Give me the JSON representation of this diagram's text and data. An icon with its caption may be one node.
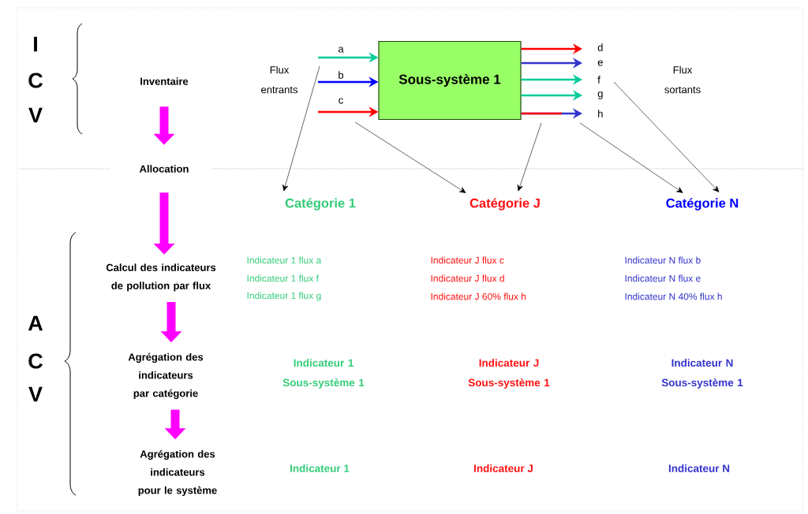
{
  "diagram": {
    "nodes": [
      {
        "text": [
          "Inventaire"
        ]
      },
      {
        "text": [
          "Sous-système 1"
        ]
      },
      {
        "text": [
          "Allocation"
        ]
      },
      {
        "text": [
          "Catégorie 1"
        ]
      },
      {
        "text": [
          "Catégorie J"
        ]
      },
      {
        "text": [
          "Catégorie N"
        ]
      },
      {
        "text": [
          "Calcul des indicateurs de pollution par flux"
        ]
      },
      {
        "text": [
          "Agrégation des indicateurs par catégorie"
        ]
      },
      {
        "text": [
          "Agrégation des indicateurs pour le système"
        ]
      }
    ],
    "edges": [
      {
        "from": null,
        "to": 1,
        "arrow": "to",
        "label": "a",
        "color": "#00cc99"
      },
      {
        "from": null,
        "to": 1,
        "arrow": "to",
        "label": "b",
        "color": "#0000ff"
      },
      {
        "from": null,
        "to": 1,
        "arrow": "to",
        "label": "c",
        "color": "#ff0000"
      },
      {
        "from": 1,
        "to": null,
        "arrow": "to",
        "label": "d",
        "color": "#ff0000"
      },
      {
        "from": 1,
        "to": null,
        "arrow": "to",
        "label": "e",
        "color": "#3333cc"
      },
      {
        "from": 1,
        "to": null,
        "arrow": "to",
        "label": "f",
        "color": "#00cc99"
      },
      {
        "from": 1,
        "to": null,
        "arrow": "to",
        "label": "g",
        "color": "#00cc99"
      },
      {
        "from": 1,
        "to": null,
        "arrow": "to",
        "label": "h",
        "color": "#3333cc"
      },
      {
        "from": null,
        "to": 3,
        "arrow": "to"
      },
      {
        "from": null,
        "to": 4,
        "arrow": "to"
      },
      {
        "from": null,
        "to": 4,
        "arrow": "to"
      },
      {
        "from": null,
        "to": 5,
        "arrow": "to"
      },
      {
        "from": null,
        "to": 5,
        "arrow": "to"
      },
      {
        "from": 0,
        "to": 2,
        "arrow": "to",
        "style": "thick",
        "color": "#ff00ff"
      },
      {
        "from": 2,
        "to": 6,
        "arrow": "to",
        "style": "thick",
        "color": "#ff00ff"
      },
      {
        "from": 6,
        "to": 7,
        "arrow": "to",
        "style": "thick",
        "color": "#ff00ff"
      },
      {
        "from": 7,
        "to": 8,
        "arrow": "to",
        "style": "thick",
        "color": "#ff00ff"
      }
    ],
    "labels": [
      "I",
      "C",
      "V",
      "Flux entrants",
      "Flux sortants",
      "Indicateur 1 flux a",
      "Indicateur J flux c",
      "Indicateur N flux b",
      "Indicateur 1 flux f",
      "Indicateur J flux d",
      "Indicateur N flux e",
      "Indicateur 1 flux g",
      "Indicateur J 60% flux h",
      "Indicateur N 40% flux h",
      "A",
      "C",
      "V",
      "Indicateur 1 Sous-système 1",
      "Indicateur J Sous-système 1",
      "Indicateur N Sous-système 1",
      "Indicateur 1",
      "Indicateur J",
      "Indicateur N"
    ]
  }
}
